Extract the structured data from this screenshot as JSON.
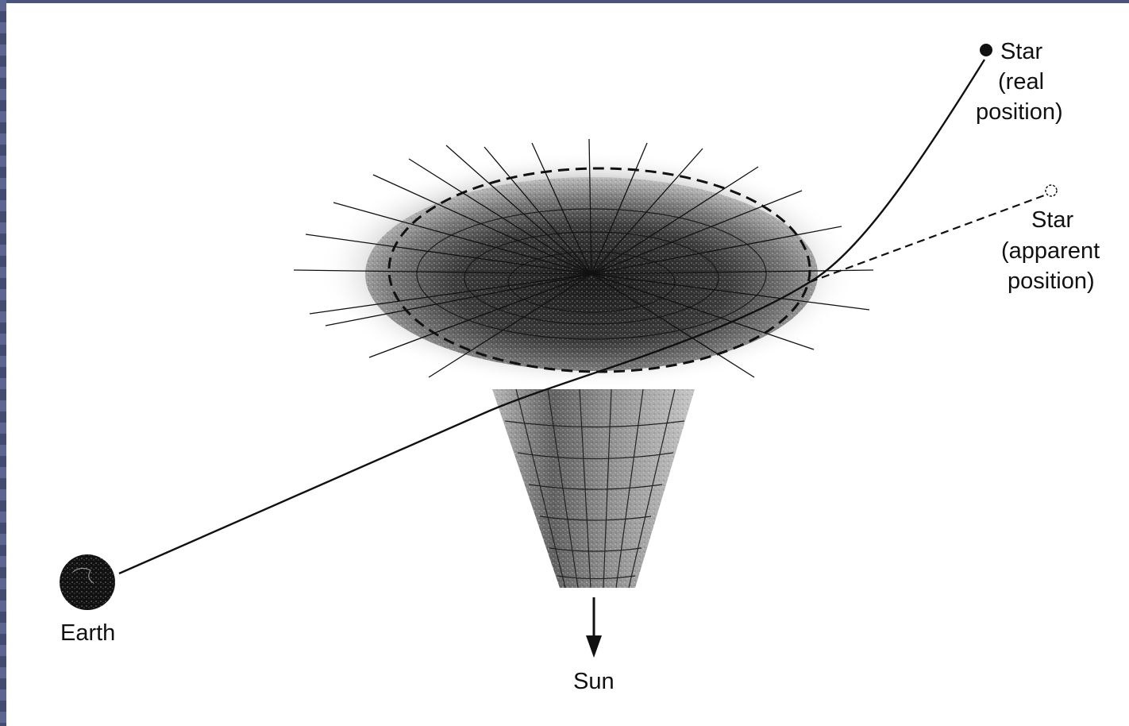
{
  "labels": {
    "star_real_line1": "Star",
    "star_real_line2": "(real",
    "star_real_line3": "position)",
    "star_apparent_line1": "Star",
    "star_apparent_line2": "(apparent",
    "star_apparent_line3": "position)",
    "earth": "Earth",
    "sun": "Sun"
  },
  "colors": {
    "background": "#ffffff",
    "ink": "#111111",
    "frame": "#4a5478"
  }
}
